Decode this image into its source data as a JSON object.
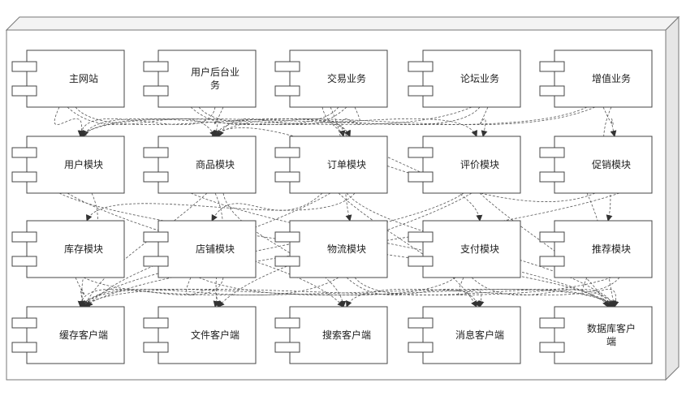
{
  "components": [
    {
      "id": "c00",
      "label": [
        "主网站"
      ]
    },
    {
      "id": "c01",
      "label": [
        "用户后台业",
        "务"
      ]
    },
    {
      "id": "c02",
      "label": [
        "交易业务"
      ]
    },
    {
      "id": "c03",
      "label": [
        "论坛业务"
      ]
    },
    {
      "id": "c04",
      "label": [
        "增值业务"
      ]
    },
    {
      "id": "c10",
      "label": [
        "用户模块"
      ]
    },
    {
      "id": "c11",
      "label": [
        "商品模块"
      ]
    },
    {
      "id": "c12",
      "label": [
        "订单模块"
      ]
    },
    {
      "id": "c13",
      "label": [
        "评价模块"
      ]
    },
    {
      "id": "c14",
      "label": [
        "促销模块"
      ]
    },
    {
      "id": "c20",
      "label": [
        "库存模块"
      ]
    },
    {
      "id": "c21",
      "label": [
        "店铺模块"
      ]
    },
    {
      "id": "c22",
      "label": [
        "物流模块"
      ]
    },
    {
      "id": "c23",
      "label": [
        "支付模块"
      ]
    },
    {
      "id": "c24",
      "label": [
        "推荐模块"
      ]
    },
    {
      "id": "c30",
      "label": [
        "缓存客户端"
      ]
    },
    {
      "id": "c31",
      "label": [
        "文件客户端"
      ]
    },
    {
      "id": "c32",
      "label": [
        "搜索客户端"
      ]
    },
    {
      "id": "c33",
      "label": [
        "消息客户端"
      ]
    },
    {
      "id": "c34",
      "label": [
        "数据库客户",
        "端"
      ]
    }
  ],
  "dependencies": [
    [
      "c00",
      "c10"
    ],
    [
      "c00",
      "c11"
    ],
    [
      "c00",
      "c12"
    ],
    [
      "c01",
      "c10"
    ],
    [
      "c01",
      "c11"
    ],
    [
      "c01",
      "c12"
    ],
    [
      "c01",
      "c13"
    ],
    [
      "c02",
      "c10"
    ],
    [
      "c02",
      "c11"
    ],
    [
      "c02",
      "c12"
    ],
    [
      "c02",
      "c23"
    ],
    [
      "c02",
      "c22"
    ],
    [
      "c03",
      "c10"
    ],
    [
      "c03",
      "c11"
    ],
    [
      "c03",
      "c13"
    ],
    [
      "c04",
      "c10"
    ],
    [
      "c04",
      "c11"
    ],
    [
      "c04",
      "c14"
    ],
    [
      "c04",
      "c24"
    ],
    [
      "c10",
      "c30"
    ],
    [
      "c10",
      "c34"
    ],
    [
      "c10",
      "c32"
    ],
    [
      "c11",
      "c30"
    ],
    [
      "c11",
      "c31"
    ],
    [
      "c11",
      "c32"
    ],
    [
      "c11",
      "c34"
    ],
    [
      "c12",
      "c30"
    ],
    [
      "c12",
      "c33"
    ],
    [
      "c12",
      "c34"
    ],
    [
      "c12",
      "c20"
    ],
    [
      "c12",
      "c21"
    ],
    [
      "c13",
      "c30"
    ],
    [
      "c13",
      "c31"
    ],
    [
      "c13",
      "c34"
    ],
    [
      "c14",
      "c30"
    ],
    [
      "c14",
      "c34"
    ],
    [
      "c14",
      "c11"
    ],
    [
      "c20",
      "c30"
    ],
    [
      "c20",
      "c34"
    ],
    [
      "c21",
      "c30"
    ],
    [
      "c21",
      "c31"
    ],
    [
      "c21",
      "c34"
    ],
    [
      "c22",
      "c30"
    ],
    [
      "c22",
      "c33"
    ],
    [
      "c22",
      "c34"
    ],
    [
      "c23",
      "c30"
    ],
    [
      "c23",
      "c33"
    ],
    [
      "c23",
      "c34"
    ],
    [
      "c24",
      "c30"
    ],
    [
      "c24",
      "c32"
    ],
    [
      "c24",
      "c34"
    ]
  ]
}
